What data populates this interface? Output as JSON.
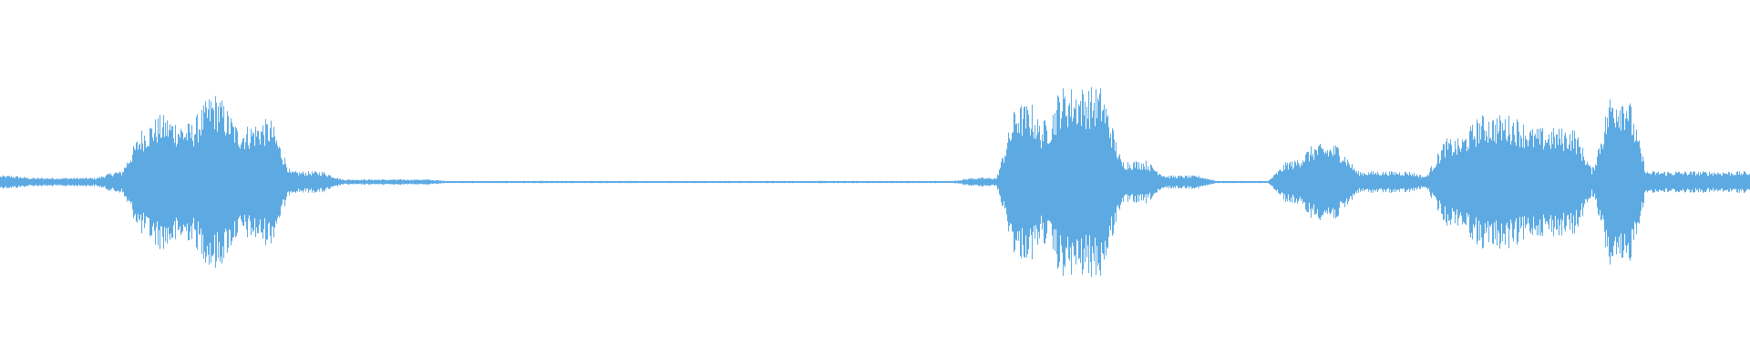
{
  "waveform": {
    "color": "#5DAAE3",
    "segments": [
      {
        "start": 0.0,
        "end": 0.012,
        "amp": 0.06
      },
      {
        "start": 0.012,
        "end": 0.06,
        "amp": 0.04
      },
      {
        "start": 0.06,
        "end": 0.075,
        "amp": 0.1
      },
      {
        "start": 0.075,
        "end": 0.085,
        "amp": 0.48
      },
      {
        "start": 0.085,
        "end": 0.1,
        "amp": 0.62
      },
      {
        "start": 0.1,
        "end": 0.115,
        "amp": 0.55
      },
      {
        "start": 0.115,
        "end": 0.13,
        "amp": 0.82
      },
      {
        "start": 0.13,
        "end": 0.145,
        "amp": 0.52
      },
      {
        "start": 0.145,
        "end": 0.16,
        "amp": 0.58
      },
      {
        "start": 0.16,
        "end": 0.19,
        "amp": 0.1
      },
      {
        "start": 0.19,
        "end": 0.25,
        "amp": 0.025
      },
      {
        "start": 0.25,
        "end": 0.55,
        "amp": 0.01
      },
      {
        "start": 0.55,
        "end": 0.575,
        "amp": 0.04
      },
      {
        "start": 0.575,
        "end": 0.595,
        "amp": 0.72
      },
      {
        "start": 0.595,
        "end": 0.6,
        "amp": 0.3
      },
      {
        "start": 0.6,
        "end": 0.635,
        "amp": 0.88
      },
      {
        "start": 0.635,
        "end": 0.66,
        "amp": 0.2
      },
      {
        "start": 0.66,
        "end": 0.69,
        "amp": 0.06
      },
      {
        "start": 0.69,
        "end": 0.73,
        "amp": 0.01
      },
      {
        "start": 0.73,
        "end": 0.745,
        "amp": 0.2
      },
      {
        "start": 0.745,
        "end": 0.77,
        "amp": 0.35
      },
      {
        "start": 0.77,
        "end": 0.81,
        "amp": 0.1
      },
      {
        "start": 0.81,
        "end": 0.82,
        "amp": 0.05
      },
      {
        "start": 0.82,
        "end": 0.84,
        "amp": 0.4
      },
      {
        "start": 0.84,
        "end": 0.87,
        "amp": 0.62
      },
      {
        "start": 0.87,
        "end": 0.905,
        "amp": 0.5
      },
      {
        "start": 0.905,
        "end": 0.915,
        "amp": 0.08
      },
      {
        "start": 0.915,
        "end": 0.935,
        "amp": 0.85
      },
      {
        "start": 0.935,
        "end": 1.0,
        "amp": 0.1
      }
    ]
  }
}
